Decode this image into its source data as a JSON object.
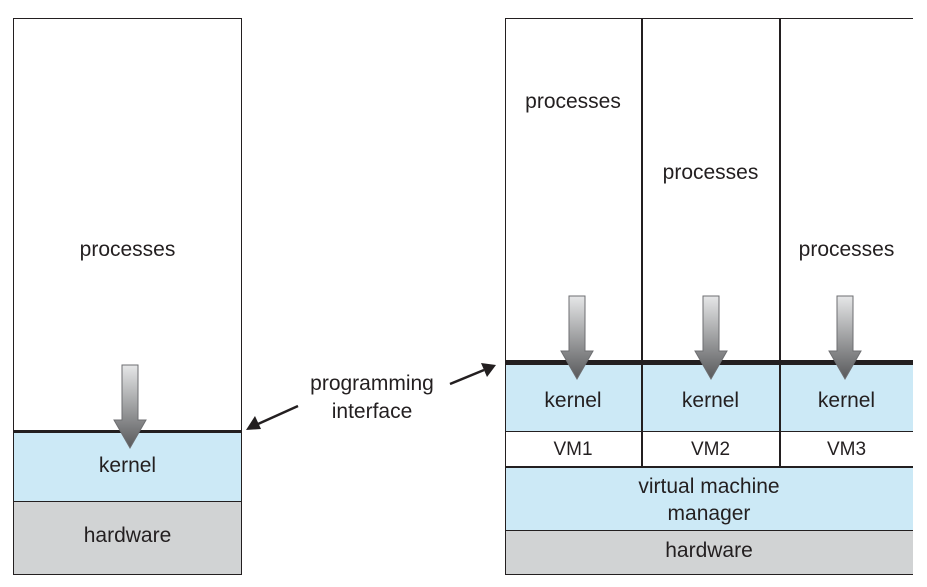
{
  "left": {
    "processes": "processes",
    "kernel": "kernel",
    "hardware": "hardware"
  },
  "center": {
    "programming_line1": "programming",
    "programming_line2": "interface"
  },
  "right": {
    "vms": [
      {
        "processes": "processes",
        "kernel": "kernel",
        "vm": "VM1"
      },
      {
        "processes": "processes",
        "kernel": "kernel",
        "vm": "VM2"
      },
      {
        "processes": "processes",
        "kernel": "kernel",
        "vm": "VM3"
      }
    ],
    "vmm_line1": "virtual machine",
    "vmm_line2": "manager",
    "hardware": "hardware"
  },
  "colors": {
    "kernel": "#cce9f6",
    "hardware": "#d1d3d4",
    "arrow_dark": "#58595b",
    "arrow_light": "#d1d3d4"
  }
}
